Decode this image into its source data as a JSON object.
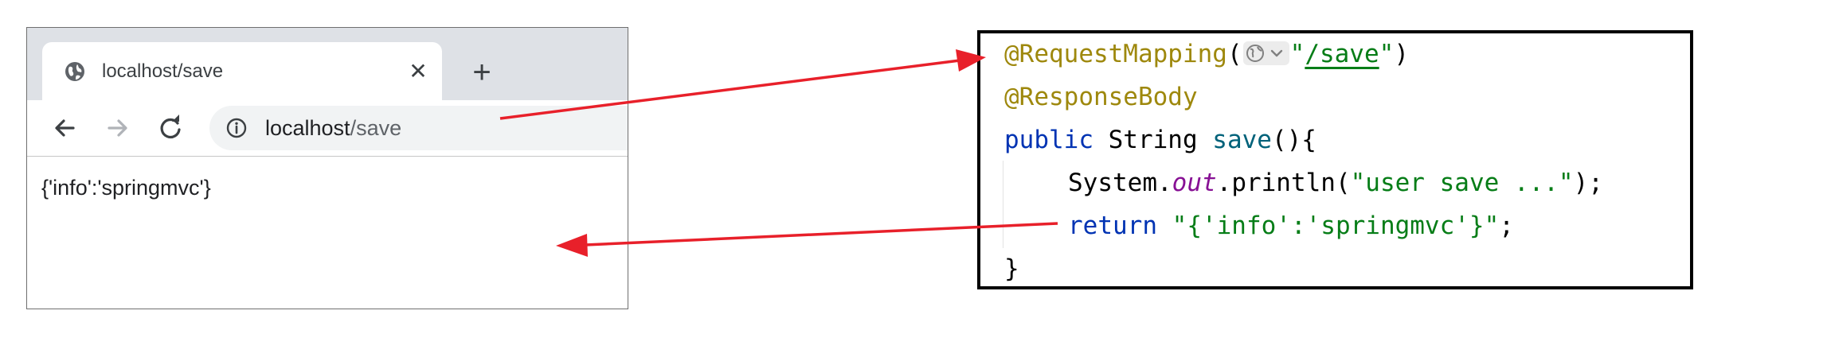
{
  "browser": {
    "tab_title": "localhost/save",
    "tab_close_glyph": "✕",
    "new_tab_glyph": "+",
    "url_host": "localhost",
    "url_path": "/save",
    "page_text": "{'info':'springmvc'}",
    "icons": {
      "tab_favicon": "globe-icon",
      "back": "arrow-left-icon",
      "forward": "arrow-right-icon",
      "reload": "reload-icon",
      "site_info": "info-icon"
    }
  },
  "code": {
    "line1": {
      "annotation": "@RequestMapping",
      "open_paren": "(",
      "quote_open": "\"",
      "path": "/save",
      "quote_close": "\"",
      "close_paren": ")"
    },
    "line2": {
      "annotation": "@ResponseBody"
    },
    "line3": {
      "keyword": "public",
      "type": " String ",
      "method": "save",
      "rest": "(){"
    },
    "line4": {
      "object": "System.",
      "field": "out",
      "rest_start": ".println(",
      "string": "\"user save ...\"",
      "rest_end": ");"
    },
    "line5": {
      "keyword": "return",
      "space": " ",
      "string": "\"{'info':'springmvc'}\"",
      "semicolon": ";"
    },
    "line6": {
      "brace": "}"
    },
    "inlay_icons": [
      "globe-icon",
      "chevron-down-icon"
    ]
  },
  "colors": {
    "annotation": "#9e880d",
    "keyword": "#0033b3",
    "method": "#00627a",
    "static_field": "#871094",
    "string": "#067d17",
    "arrow": "#e8202a",
    "tabstrip": "#dee1e6",
    "omnibox": "#f1f3f4"
  }
}
